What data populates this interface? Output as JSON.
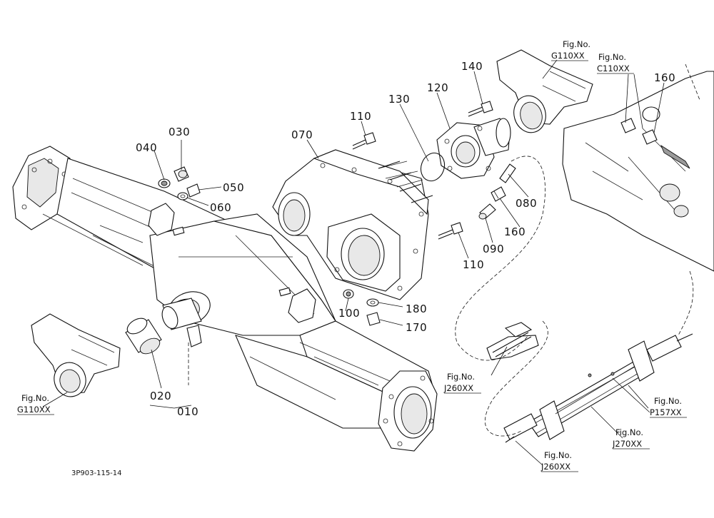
{
  "parts": {
    "p010": "010",
    "p020": "020",
    "p030": "030",
    "p040": "040",
    "p050": "050",
    "p060": "060",
    "p070": "070",
    "p080": "080",
    "p090": "090",
    "p100": "100",
    "p110a": "110",
    "p110b": "110",
    "p120": "120",
    "p130": "130",
    "p140": "140",
    "p160a": "160",
    "p160b": "160",
    "p170": "170",
    "p180": "180"
  },
  "refs": {
    "g110_top": {
      "line1": "Fig.No.",
      "line2": "G110XX"
    },
    "c110_top": {
      "line1": "Fig.No.",
      "line2": "C110XX"
    },
    "g110_left": {
      "line1": "Fig.No.",
      "line2": "G110XX"
    },
    "j260_mid": {
      "line1": "Fig.No.",
      "line2": "J260XX"
    },
    "p157": {
      "line1": "Fig.No.",
      "line2": "P157XX"
    },
    "j270": {
      "line1": "Fig.No.",
      "line2": "J270XX"
    },
    "j260_bottom": {
      "line1": "Fig.No.",
      "line2": "J260XX"
    }
  },
  "doc_id": "3P903-115-14"
}
